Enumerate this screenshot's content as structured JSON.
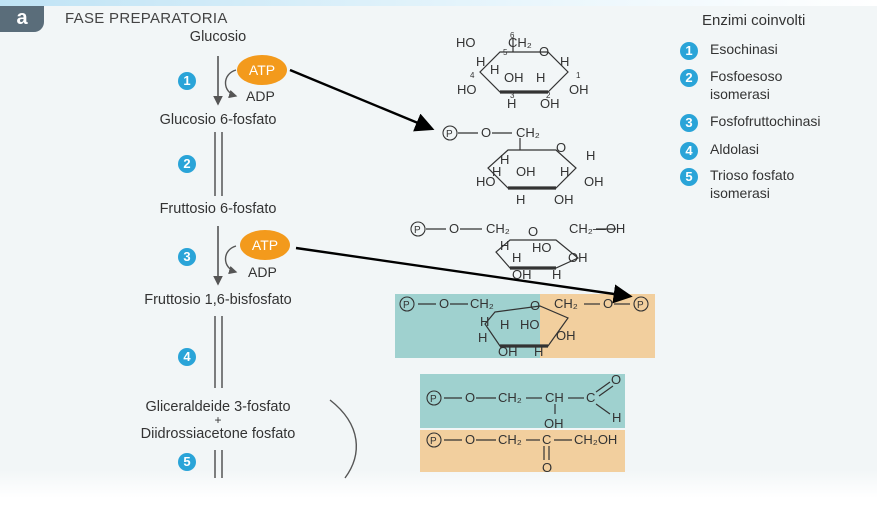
{
  "panel_tag": "a",
  "phase_title": "FASE PREPARATORIA",
  "compounds": {
    "glucose": "Glucosio",
    "g6p": "Glucosio 6-fosfato",
    "f6p": "Fruttosio 6-fosfato",
    "f16bp": "Fruttosio 1,6-bisfosfato",
    "g3p": "Gliceraldeide 3-fosfato",
    "plus": "+",
    "dhap": "Diidrossiacetone fosfato"
  },
  "steps": [
    "1",
    "2",
    "3",
    "4",
    "5"
  ],
  "cofactors": {
    "atp": "ATP",
    "adp": "ADP"
  },
  "enzymes": {
    "heading": "Enzimi coinvolti",
    "items": [
      {
        "num": "1",
        "line1": "Esochinasi",
        "line2": ""
      },
      {
        "num": "2",
        "line1": "Fosfoesoso",
        "line2": "isomerasi"
      },
      {
        "num": "3",
        "line1": "Fosfofruttochinasi",
        "line2": ""
      },
      {
        "num": "4",
        "line1": "Aldolasi",
        "line2": ""
      },
      {
        "num": "5",
        "line1": "Trioso fosfato",
        "line2": "isomerasi"
      }
    ]
  },
  "chem": {
    "ho": "HO",
    "oh": "OH",
    "h": "H",
    "o": "O",
    "p": "P",
    "c": "C",
    "ch": "CH",
    "ch2": "CH₂",
    "ch2oh": "CH₂—OH",
    "ch2oh_b": "CH₂OH",
    "n1": "1",
    "n2": "2",
    "n3": "3",
    "n4": "4",
    "n5": "5",
    "n6": "6"
  },
  "colors": {
    "accent_blue": "#2aa4d8",
    "atp_orange": "#f39a1c",
    "teal_box": "#9fd1cf",
    "tan_box": "#f2cf9e",
    "tag_gray": "#5a6d7a"
  }
}
